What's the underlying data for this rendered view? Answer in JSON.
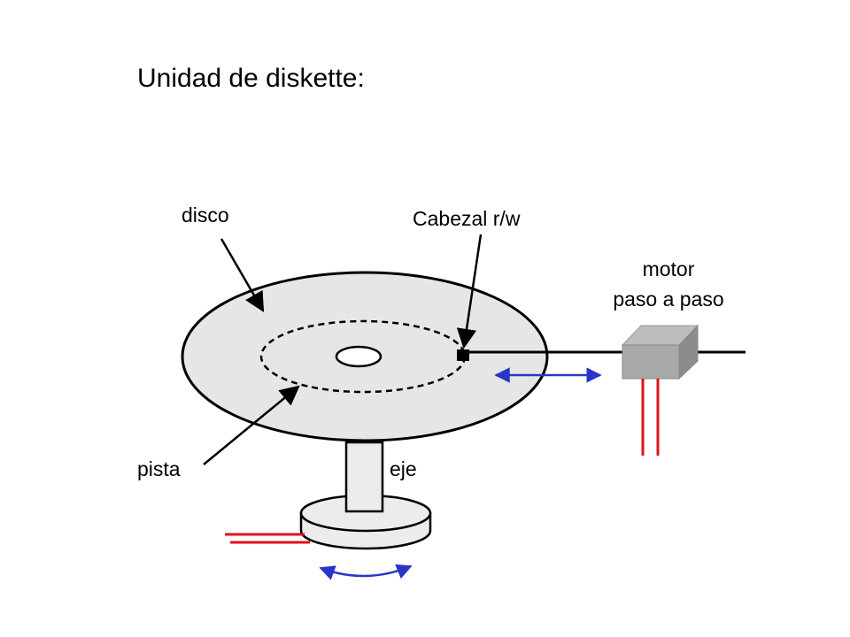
{
  "slide": {
    "title": "Unidad de diskette:"
  },
  "labels": {
    "disco": "disco",
    "cabezal": "Cabezal r/w",
    "motor_line1": "motor",
    "motor_line2": "paso a paso",
    "pista": "pista",
    "eje": "eje"
  },
  "colors": {
    "disk_fill": "#e6e6e6",
    "motor_fill": "#a9a9a9",
    "wire_red": "#e0101a",
    "arrow_blue": "#2a35c8"
  }
}
